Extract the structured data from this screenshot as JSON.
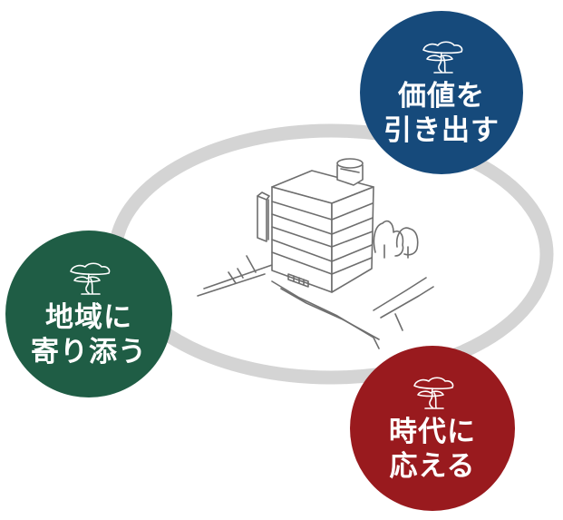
{
  "colors": {
    "ring": "#d4d4d4",
    "sketch": "#6e6e6e",
    "badge_top": "#164a7b",
    "badge_left": "#1f5d45",
    "badge_bottom": "#991a1e",
    "text": "#ffffff"
  },
  "badges": {
    "top": {
      "icon": "pine-tree-icon",
      "line1": "価値を",
      "line2": "引き出す"
    },
    "left": {
      "icon": "pine-tree-icon",
      "line1": "地域に",
      "line2": "寄り添う"
    },
    "bottom": {
      "icon": "pine-tree-icon",
      "line1": "時代に",
      "line2": "応える"
    }
  }
}
